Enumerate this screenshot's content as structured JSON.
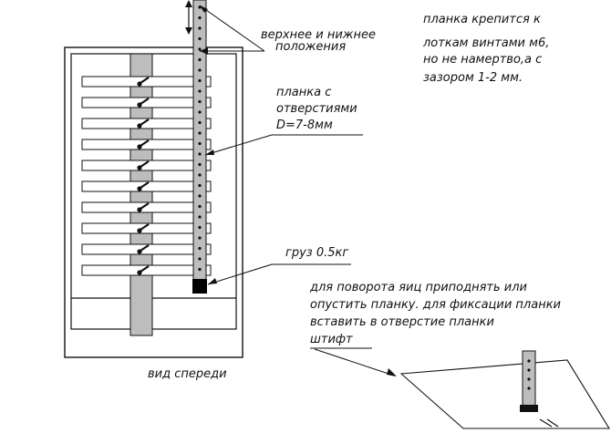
{
  "labels": {
    "positions": [
      "верхнее и нижнее",
      "положения"
    ],
    "mount_note": [
      "планка крепится к",
      "лоткам  винтами м6,",
      "но не намертво,а с",
      "зазором 1-2 мм."
    ],
    "bar_holes": [
      "планка с",
      "отверстиями",
      "D=7-8мм"
    ],
    "weight": "груз 0.5кг",
    "instructions": [
      "для поворота яиц приподнять или",
      "опустить планку. для фиксации планки",
      "вставить в отверстие планки",
      "штифт"
    ],
    "front_view": "вид спереди"
  },
  "colors": {
    "ink": "#111111",
    "shaft": "#bdbdbd",
    "weight": "#000000"
  },
  "trays": 10
}
